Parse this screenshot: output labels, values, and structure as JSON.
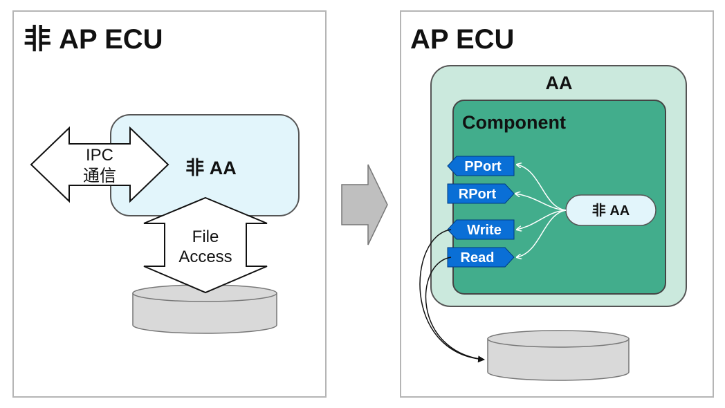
{
  "left_panel": {
    "title": "非 AP ECU",
    "non_aa_label": "非 AA",
    "ipc_label": [
      "IPC",
      "通信"
    ],
    "file_access_label": [
      "File",
      "Access"
    ]
  },
  "right_panel": {
    "title": "AP ECU",
    "aa_label": "AA",
    "component_label": "Component",
    "ports": [
      {
        "label": "PPort"
      },
      {
        "label": "RPort"
      },
      {
        "label": "Write"
      },
      {
        "label": "Read"
      }
    ],
    "non_aa_label": "非 AA"
  },
  "colors": {
    "panel_border": "#b5b5b5",
    "non_aa_fill": "#e2f5fb",
    "aa_fill": "#cbe9dd",
    "component_fill": "#42ad8c",
    "port_fill": "#0a6fd6",
    "storage_fill": "#d9d9d9",
    "transition_arrow": "#bfbfbf"
  }
}
